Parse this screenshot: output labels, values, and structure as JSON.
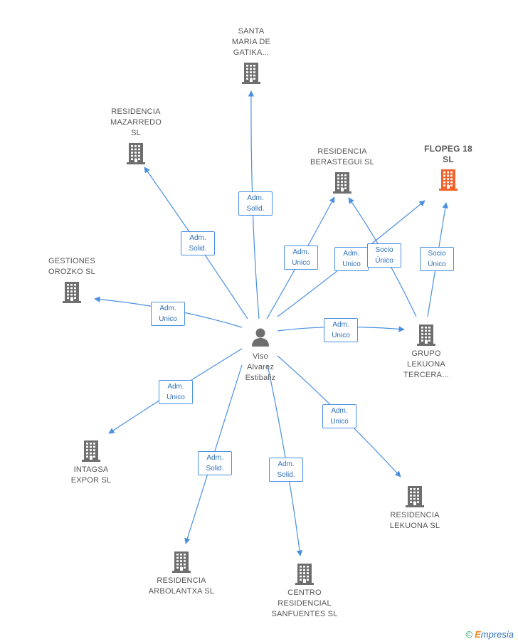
{
  "center": {
    "name": "Viso\nAlvarez\nEstibaliz",
    "icon": "person-icon"
  },
  "companies": [
    {
      "id": "santa-maria",
      "name": "SANTA\nMARIA DE\nGATIKA...",
      "highlight": false
    },
    {
      "id": "mazarredo",
      "name": "RESIDENCIA\nMAZARREDO\nSL",
      "highlight": false
    },
    {
      "id": "berastegui",
      "name": "RESIDENCIA\nBERASTEGUI SL",
      "highlight": false
    },
    {
      "id": "flopeg",
      "name": "FLOPEG 18\nSL",
      "highlight": true
    },
    {
      "id": "orozko",
      "name": "GESTIONES\nOROZKO SL",
      "highlight": false
    },
    {
      "id": "grupo-lekuona",
      "name": "GRUPO\nLEKUONA\nTERCERA...",
      "highlight": false
    },
    {
      "id": "intagsa",
      "name": "INTAGSA\nEXPOR SL",
      "highlight": false
    },
    {
      "id": "res-lekuona",
      "name": "RESIDENCIA\nLEKUONA SL",
      "highlight": false
    },
    {
      "id": "arbolantxa",
      "name": "RESIDENCIA\nARBOLANTXA SL",
      "highlight": false
    },
    {
      "id": "sanfuentes",
      "name": "CENTRO\nRESIDENCIAL\nSANFUENTES SL",
      "highlight": false
    }
  ],
  "edges": [
    {
      "from": "center",
      "to": "santa-maria",
      "label": "Adm.\nSolid."
    },
    {
      "from": "center",
      "to": "mazarredo",
      "label": "Adm.\nSolid."
    },
    {
      "from": "center",
      "to": "berastegui",
      "label": "Adm.\nUnico"
    },
    {
      "from": "center",
      "to": "flopeg",
      "label": "Adm.\nUnico"
    },
    {
      "from": "center",
      "to": "orozko",
      "label": "Adm.\nUnico"
    },
    {
      "from": "center",
      "to": "grupo-lekuona",
      "label": "Adm.\nUnico"
    },
    {
      "from": "center",
      "to": "intagsa",
      "label": "Adm.\nUnico"
    },
    {
      "from": "center",
      "to": "res-lekuona",
      "label": "Adm.\nUnico"
    },
    {
      "from": "center",
      "to": "arbolantxa",
      "label": "Adm.\nSolid."
    },
    {
      "from": "center",
      "to": "sanfuentes",
      "label": "Adm.\nSolid."
    },
    {
      "from": "grupo-lekuona",
      "to": "berastegui",
      "label": "Socio\nÚnico"
    },
    {
      "from": "grupo-lekuona",
      "to": "flopeg",
      "label": "Socio\nÚnico"
    }
  ],
  "colors": {
    "edge": "#4a90e2",
    "building": "#6e6e6e",
    "highlight": "#f0642d"
  },
  "footer": {
    "copyright": "©",
    "brand": "mpresia",
    "brand_initial": "E"
  }
}
